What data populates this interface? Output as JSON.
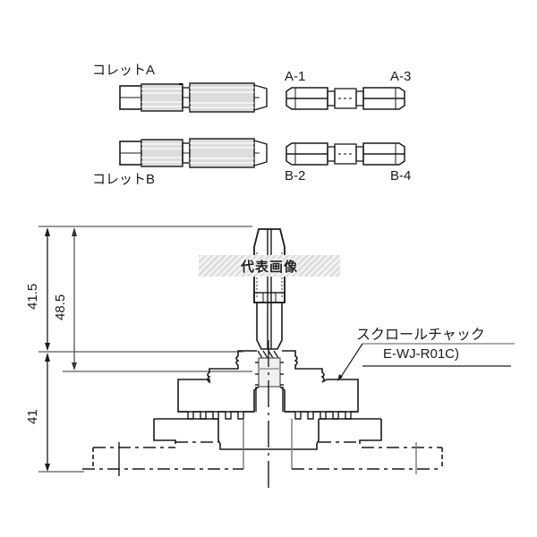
{
  "diagram": {
    "type": "technical-drawing",
    "watermark": "代表画像",
    "collets": {
      "collet_a_label": "コレットA",
      "collet_b_label": "コレットB"
    },
    "jaw_pins": {
      "a1": "A-1",
      "a3": "A-3",
      "b2": "B-2",
      "b4": "B-4"
    },
    "dimensions": {
      "upper_outer": "41.5",
      "upper_inner": "48.5",
      "lower": "41"
    },
    "callout": {
      "name": "スクロールチャック",
      "model": "E-WJ-R01C)"
    },
    "colors": {
      "line": "#1a1a1a",
      "secondary_line": "#777777",
      "background": "#ffffff"
    }
  }
}
